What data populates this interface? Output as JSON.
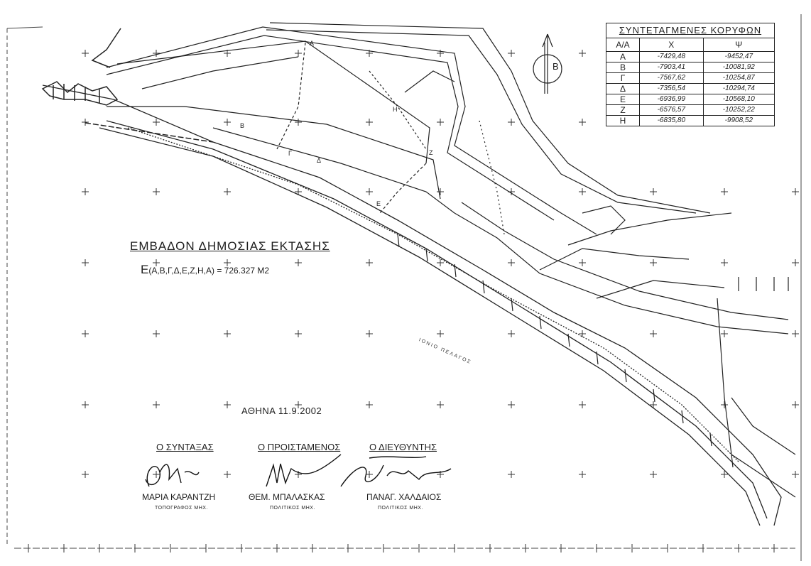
{
  "coordinates_table": {
    "title": "ΣΥΝΤΕΤΑΓΜΕΝΕΣ ΚΟΡΥΦΩΝ",
    "columns": [
      "Α/Α",
      "Χ",
      "Ψ"
    ],
    "rows": [
      {
        "point": "Α",
        "x": "-7429,48",
        "y": "-9452,47"
      },
      {
        "point": "Β",
        "x": "-7903,41",
        "y": "-10081,92"
      },
      {
        "point": "Γ",
        "x": "-7567,62",
        "y": "-10254,87"
      },
      {
        "point": "Δ",
        "x": "-7356,54",
        "y": "-10294,74"
      },
      {
        "point": "Ε",
        "x": "-6936,99",
        "y": "-10568,10"
      },
      {
        "point": "Ζ",
        "x": "-6576,57",
        "y": "-10252,22"
      },
      {
        "point": "Η",
        "x": "-6835,80",
        "y": "-9908,52"
      }
    ]
  },
  "north_arrow": {
    "letter": "Β",
    "icon": "north-arrow-icon"
  },
  "map_labels": {
    "a": "Α",
    "b": "Β",
    "g": "Γ",
    "d": "Δ",
    "e": "Ε",
    "z": "Ζ",
    "h": "Η",
    "sea": "ΙΟΝΙΟ ΠΕΛΑΓΟΣ"
  },
  "area": {
    "title": "ΕΜΒΑΔΟΝ ΔΗΜΟΣΙΑΣ ΕΚΤΑΣΗΣ",
    "symbol": "Ε",
    "formula": "(Α,Β,Γ,Δ,Ε,Ζ,Η,Α) = 726.327 Μ2"
  },
  "date": "ΑΘΗΝΑ 11.9.2002",
  "signatories": [
    {
      "role": "Ο ΣΥΝΤΑΞΑΣ",
      "name": "ΜΑΡΙΑ ΚΑΡΑΝΤΖΗ",
      "title": "ΤΟΠΟΓΡΑΦΟΣ ΜΗΧ."
    },
    {
      "role": "Ο ΠΡΟΙΣΤΑΜΕΝΟΣ",
      "name": "ΘΕΜ. ΜΠΑΛΑΣΚΑΣ",
      "title": "ΠΟΛΙΤΙΚΟΣ ΜΗΧ."
    },
    {
      "role": "Ο ΔΙΕΥΘΥΝΤΗΣ",
      "name": "ΠΑΝΑΓ. ΧΑΛΔΑΙΟΣ",
      "title": "ΠΟΛΙΤΙΚΟΣ ΜΗΧ."
    }
  ],
  "colors": {
    "ink": "#1e1e1e",
    "paper": "#ffffff"
  }
}
